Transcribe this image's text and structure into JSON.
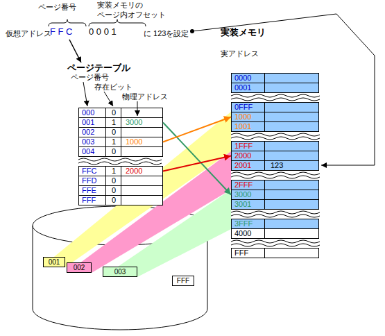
{
  "diagram": {
    "nodes": [
      {
        "text": [
          "ページテーブル"
        ]
      },
      {
        "text": [
          "000",
          "0"
        ],
        "in": 0
      },
      {
        "text": [
          "001",
          "1",
          "3000"
        ],
        "in": 0
      },
      {
        "text": [
          "002",
          "0"
        ],
        "in": 0
      },
      {
        "text": [
          "003",
          "1",
          "1000"
        ],
        "in": 0
      },
      {
        "text": [
          "004",
          "0"
        ],
        "in": 0
      },
      {
        "text": [
          "FFC",
          "1",
          "2000"
        ],
        "in": 0
      },
      {
        "text": [
          "FFD",
          "0"
        ],
        "in": 0
      },
      {
        "text": [
          "FFE",
          "0"
        ],
        "in": 0
      },
      {
        "text": [
          "FFF",
          "0"
        ],
        "in": 0
      },
      {
        "text": [
          "実装メモリ"
        ]
      },
      {
        "text": [
          "0000"
        ],
        "in": 10
      },
      {
        "text": [
          "0001"
        ],
        "in": 10
      },
      {
        "text": [
          "0FFF"
        ],
        "in": 10
      },
      {
        "text": [
          "1000"
        ],
        "in": 10
      },
      {
        "text": [
          "1001"
        ],
        "in": 10
      },
      {
        "text": [
          "1FFF"
        ],
        "in": 10
      },
      {
        "text": [
          "2000"
        ],
        "in": 10
      },
      {
        "text": [
          "2001",
          "123"
        ],
        "in": 10
      },
      {
        "text": [
          "2FFF"
        ],
        "in": 10
      },
      {
        "text": [
          "3000"
        ],
        "in": 10
      },
      {
        "text": [
          "3001"
        ],
        "in": 10
      },
      {
        "text": [
          "3FFF"
        ],
        "in": 10
      },
      {
        "text": [
          "4000"
        ],
        "in": 10
      },
      {
        "text": [
          "FFF"
        ],
        "in": 10
      },
      {
        "text": [
          "001"
        ]
      },
      {
        "text": [
          "002"
        ]
      },
      {
        "text": [
          "003"
        ]
      },
      {
        "text": [
          "FFF"
        ]
      }
    ],
    "edges": [
      {
        "from": 2,
        "to": 20,
        "arrow": "to"
      },
      {
        "from": 4,
        "to": 14,
        "arrow": "to"
      },
      {
        "from": 6,
        "to": 17,
        "arrow": "to"
      }
    ],
    "labels": [
      "ページ番号",
      "実装メモリの ページ内オフセット",
      "仮想アドレス",
      "F F C",
      "0 0 0 1",
      "に 123を設定",
      "ページ番号",
      "存在ビット",
      "物理アドレス",
      "実アドレス"
    ]
  }
}
